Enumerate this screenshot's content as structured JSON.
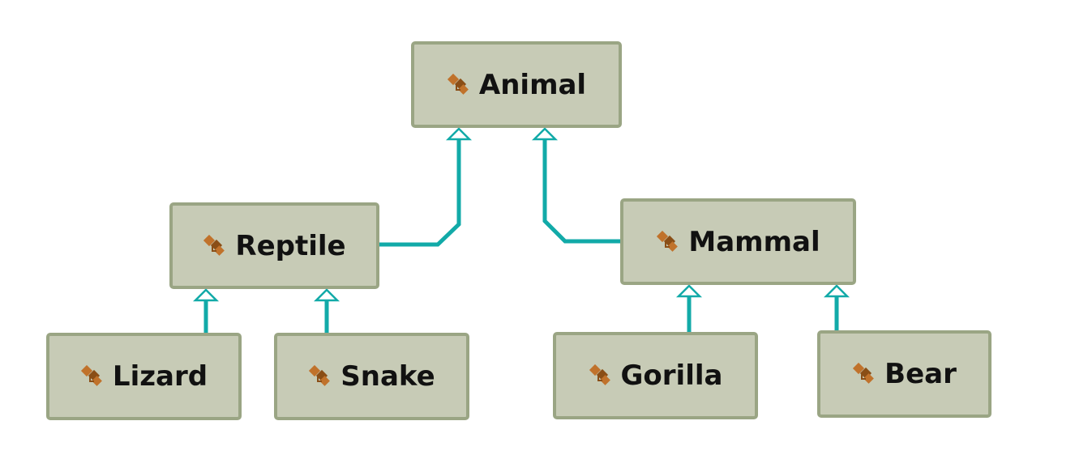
{
  "diagram": {
    "type": "class-inheritance",
    "colors": {
      "node_fill": "#c7cbb6",
      "node_border": "#9aa584",
      "connector": "#12aaa8",
      "arrowhead_fill": "#ffffff",
      "icon_primary": "#c0722b",
      "icon_secondary": "#8a4e16"
    },
    "node_icon": "class-icon",
    "nodes": {
      "animal": {
        "label": "Animal"
      },
      "reptile": {
        "label": "Reptile"
      },
      "mammal": {
        "label": "Mammal"
      },
      "lizard": {
        "label": "Lizard"
      },
      "snake": {
        "label": "Snake"
      },
      "gorilla": {
        "label": "Gorilla"
      },
      "bear": {
        "label": "Bear"
      }
    },
    "edges": [
      {
        "from": "Reptile",
        "to": "Animal"
      },
      {
        "from": "Mammal",
        "to": "Animal"
      },
      {
        "from": "Lizard",
        "to": "Reptile"
      },
      {
        "from": "Snake",
        "to": "Reptile"
      },
      {
        "from": "Gorilla",
        "to": "Mammal"
      },
      {
        "from": "Bear",
        "to": "Mammal"
      }
    ]
  }
}
